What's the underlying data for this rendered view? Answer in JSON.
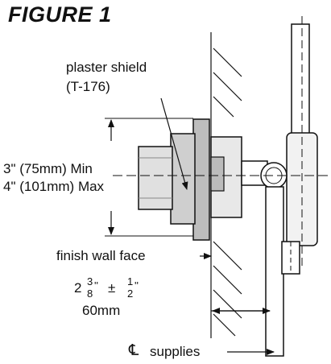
{
  "figure": {
    "title": "FIGURE 1",
    "labels": {
      "shield_line1": "plaster shield",
      "shield_line2": "(T-176)",
      "min_label": "3\" (75mm) Min",
      "max_label": "4\" (101mm) Max",
      "wall_face": "finish wall face",
      "depth_whole": "2",
      "depth_frac_num": "3",
      "depth_frac_den": "8",
      "depth_inch": "''",
      "depth_pm": "±",
      "depth_tol_num": "1",
      "depth_tol_den": "2",
      "depth_tol_inch": "''",
      "depth_mm": "60mm",
      "centerline_symbol": "℄",
      "supplies": "supplies"
    }
  }
}
